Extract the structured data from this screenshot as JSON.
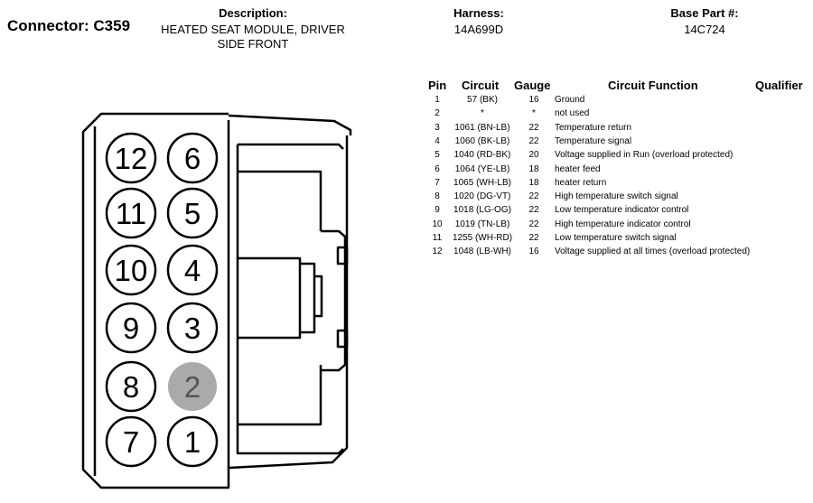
{
  "header": {
    "connector_title": "Connector: C359",
    "description_label": "Description:",
    "description_lines": [
      "HEATED SEAT MODULE, DRIVER",
      "SIDE FRONT"
    ],
    "harness_label": "Harness:",
    "harness_value": "14A699D",
    "base_part_label": "Base Part #:",
    "base_part_value": "14C724"
  },
  "table": {
    "columns": [
      "Pin",
      "Circuit",
      "Gauge",
      "Circuit Function",
      "Qualifier"
    ],
    "rows": [
      {
        "pin": "1",
        "circuit": "57 (BK)",
        "gauge": "16",
        "function": "Ground"
      },
      {
        "pin": "2",
        "circuit": "*",
        "gauge": "*",
        "function": "not used"
      },
      {
        "pin": "3",
        "circuit": "1061 (BN-LB)",
        "gauge": "22",
        "function": "Temperature return"
      },
      {
        "pin": "4",
        "circuit": "1060 (BK-LB)",
        "gauge": "22",
        "function": "Temperature signal"
      },
      {
        "pin": "5",
        "circuit": "1040 (RD-BK)",
        "gauge": "20",
        "function": "Voltage supplied in Run (overload protected)"
      },
      {
        "pin": "6",
        "circuit": "1064 (YE-LB)",
        "gauge": "18",
        "function": "heater feed"
      },
      {
        "pin": "7",
        "circuit": "1065 (WH-LB)",
        "gauge": "18",
        "function": "heater return"
      },
      {
        "pin": "8",
        "circuit": "1020 (DG-VT)",
        "gauge": "22",
        "function": "High temperature switch signal"
      },
      {
        "pin": "9",
        "circuit": "1018 (LG-OG)",
        "gauge": "22",
        "function": "Low temperature indicator control"
      },
      {
        "pin": "10",
        "circuit": "1019 (TN-LB)",
        "gauge": "22",
        "function": "High temperature indicator control"
      },
      {
        "pin": "11",
        "circuit": "1255 (WH-RD)",
        "gauge": "22",
        "function": "Low temperature switch signal"
      },
      {
        "pin": "12",
        "circuit": "1048 (LB-WH)",
        "gauge": "16",
        "function": "Voltage supplied at all times (overload protected)"
      }
    ]
  },
  "connector": {
    "pins": [
      {
        "label": "12",
        "used": true
      },
      {
        "label": "6",
        "used": true
      },
      {
        "label": "11",
        "used": true
      },
      {
        "label": "5",
        "used": true
      },
      {
        "label": "10",
        "used": true
      },
      {
        "label": "4",
        "used": true
      },
      {
        "label": "9",
        "used": true
      },
      {
        "label": "3",
        "used": true
      },
      {
        "label": "8",
        "used": true
      },
      {
        "label": "2",
        "used": false
      },
      {
        "label": "7",
        "used": true
      },
      {
        "label": "1",
        "used": true
      }
    ],
    "unused_pin_color": "#aaaaaa",
    "line_color": "#000000"
  }
}
